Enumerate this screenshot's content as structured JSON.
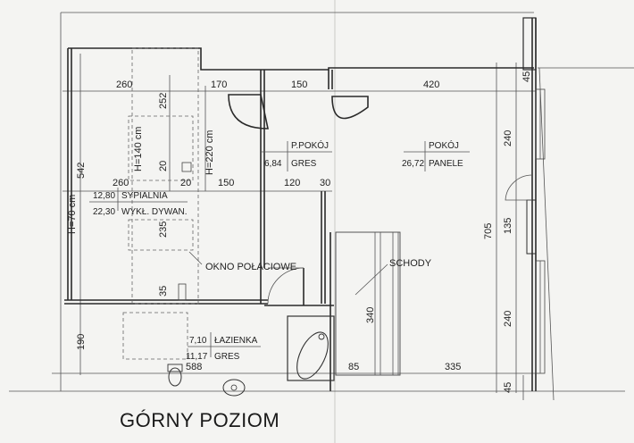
{
  "dimensions": {
    "top_260": "260",
    "top_170": "170",
    "top_150": "150",
    "top_420": "420",
    "top_45": "45",
    "v_252": "252",
    "v_240_top": "240",
    "v_542": "542",
    "h140": "H=140 cm",
    "h220": "H=220 cm",
    "v_20a": "20",
    "mid_260": "260",
    "mid_20": "20",
    "mid_150": "150",
    "mid_120": "120",
    "mid_30": "30",
    "h70": "H=70 cm",
    "v_235": "235",
    "v_705": "705",
    "v_135": "135",
    "v_35": "35",
    "v_340": "340",
    "v_240_bot": "240",
    "v_190": "190",
    "bot_588": "588",
    "bot_85": "85",
    "bot_335": "335",
    "bot_45": "45"
  },
  "rooms": {
    "ppokoj_name": "P.POKÓJ",
    "ppokoj_area": "6,84",
    "ppokoj_floor": "GRES",
    "pokoj_name": "POKÓJ",
    "pokoj_area": "26,72",
    "pokoj_floor": "PANELE",
    "sypialnia_area": "12,80",
    "sypialnia_name": "SYPIALNIA",
    "sypialnia_area2": "22,30",
    "sypialnia_floor": "WYKŁ. DYWAN.",
    "lazienka_area": "7,10",
    "lazienka_name": "ŁAZIENKA",
    "lazienka_area2": "11,17",
    "lazienka_floor": "GRES"
  },
  "labels": {
    "okno": "OKNO POŁACIOWE",
    "schody": "SCHODY",
    "title": "GÓRNY POZIOM"
  }
}
